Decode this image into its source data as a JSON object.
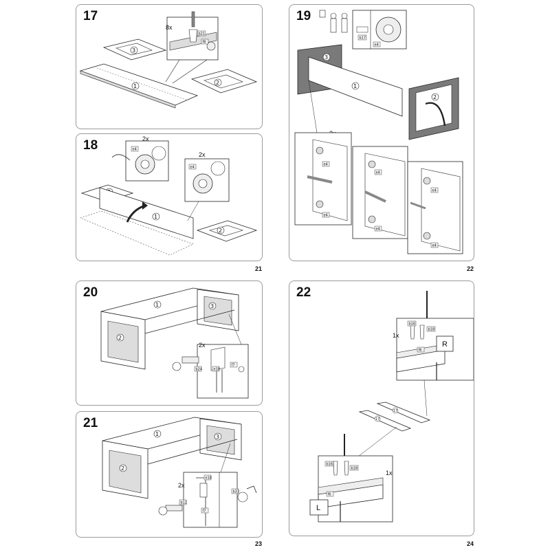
{
  "steps": [
    {
      "number": "17",
      "qty": "8x",
      "tags": [
        "b21",
        "f8"
      ],
      "parts": [
        "1",
        "2",
        "3"
      ]
    },
    {
      "number": "18",
      "qty_a": "2x",
      "qty_b": "2x",
      "tags": [
        "e4",
        "e4"
      ],
      "parts": [
        "1",
        "2",
        "3"
      ]
    },
    {
      "number": "19",
      "qty": "2x",
      "tags": [
        "b17",
        "e4",
        "e4",
        "e4",
        "e4",
        "e4",
        "e4",
        "e4"
      ],
      "parts": [
        "1",
        "2",
        "3"
      ]
    },
    {
      "number": "20",
      "qty": "2x",
      "tags": [
        "b24",
        "e18",
        "f7"
      ],
      "parts": [
        "1",
        "2",
        "3"
      ]
    },
    {
      "number": "21",
      "qty": "2x",
      "tags": [
        "e18",
        "b12",
        "f7",
        "b33"
      ],
      "parts": [
        "1",
        "2",
        "3"
      ]
    },
    {
      "number": "22",
      "qty_top": "1x",
      "qty_bottom": "1x",
      "tags": [
        "b16",
        "b18",
        "f6",
        "b16",
        "b18",
        "f6"
      ],
      "parts": [
        "17",
        "17"
      ],
      "side_right": "R",
      "side_left": "L"
    }
  ],
  "page_numbers": {
    "p21": "21",
    "p22": "22",
    "p23": "23",
    "p24": "24"
  },
  "colors": {
    "border": "#9a9a9a",
    "line": "#222222",
    "dark_panel": "#7a7a7a",
    "light_fill": "#ffffff",
    "tag_fill": "#f2f2f2"
  }
}
